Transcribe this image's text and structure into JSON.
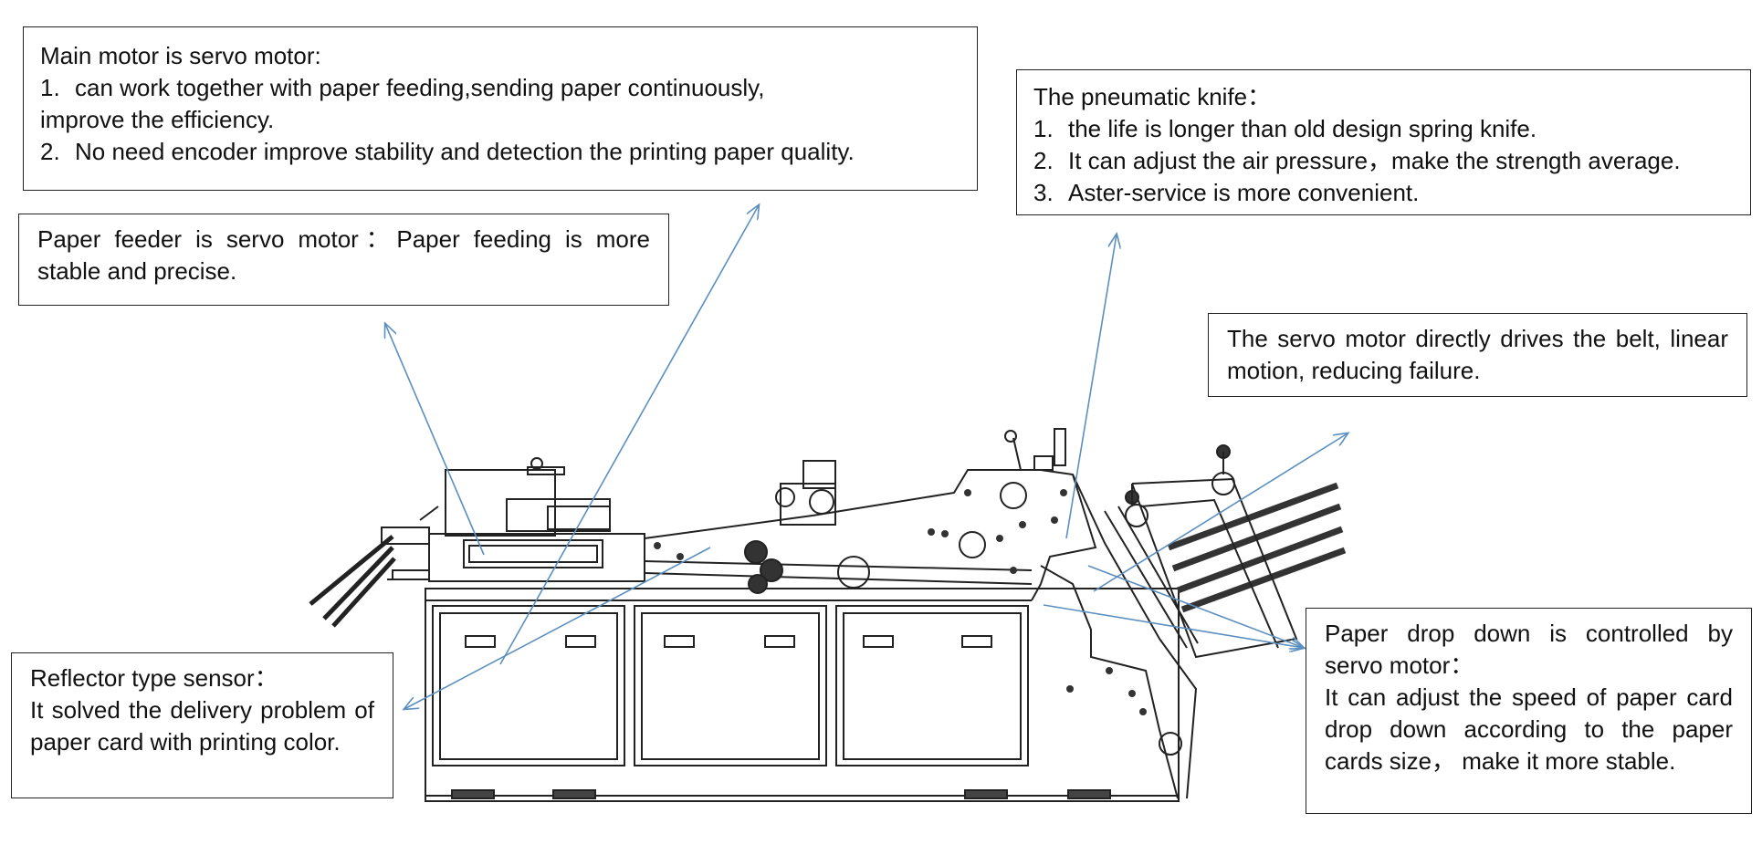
{
  "callouts": {
    "main_motor": {
      "title": "Main motor is servo motor:",
      "lines": [
        {
          "num": "1.",
          "text": "can work together with paper feeding,sending paper continuously,"
        },
        {
          "num": "",
          "text": "improve the efficiency."
        },
        {
          "num": "2.",
          "text": "No need encoder improve stability and detection the printing paper quality."
        }
      ]
    },
    "paper_feeder": {
      "text": "Paper feeder is servo motor：Paper feeding is more stable and precise."
    },
    "pneumatic_knife": {
      "title": "The pneumatic knife：",
      "lines": [
        {
          "num": "1.",
          "text": "the life is longer than old design spring knife."
        },
        {
          "num": "2.",
          "text": "It can adjust the air pressure，make the strength average."
        },
        {
          "num": "3.",
          "text": "Aster-service is more convenient."
        }
      ]
    },
    "servo_belt": {
      "text": "The servo motor directly drives the belt, linear motion, reducing failure."
    },
    "reflector": {
      "title": "Reflector type sensor：",
      "text": "It solved the delivery problem of paper card with printing color."
    },
    "paper_drop": {
      "title": "Paper drop down is controlled by servo motor：",
      "text": "It can adjust the speed of paper card   drop down according to the paper cards size， make it more stable."
    }
  },
  "colors": {
    "arrow": "#5b8fc0",
    "machine_line": "#222222",
    "box_border": "#222222"
  }
}
